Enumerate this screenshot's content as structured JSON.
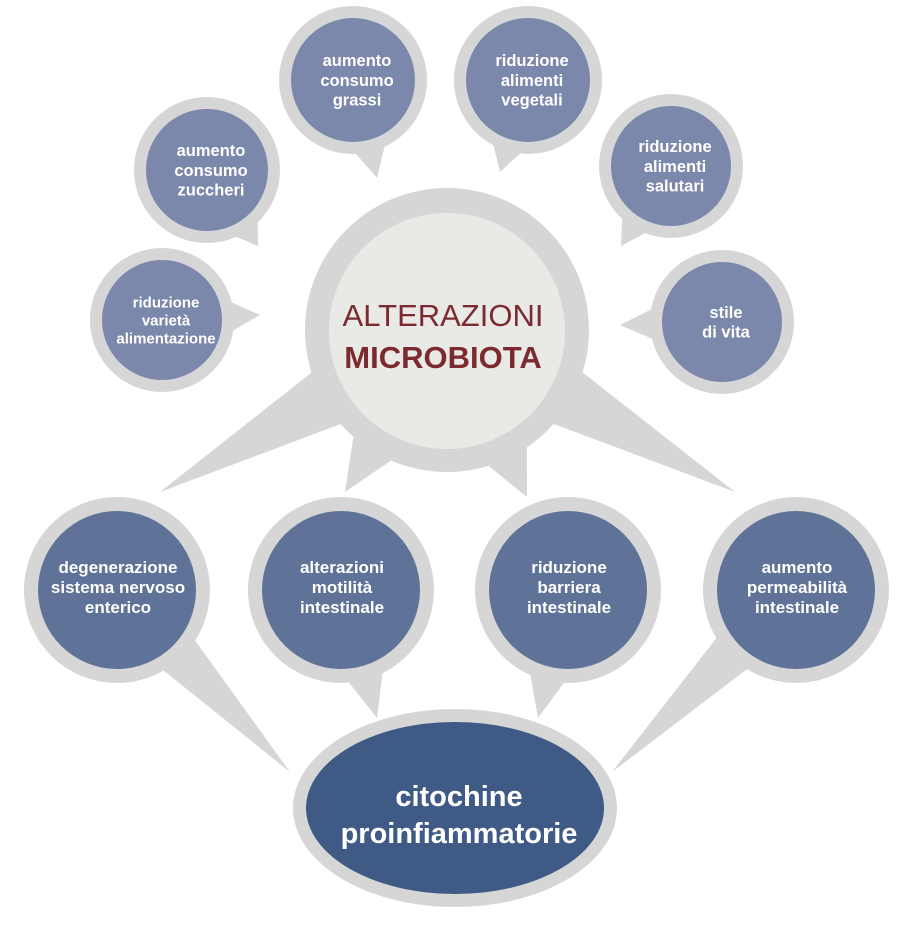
{
  "colors": {
    "ring": "#d6d6d6",
    "top_bubble": "#7b88ab",
    "bottom_bubble": "#5f7298",
    "outcome": "#3f5a84",
    "center_fill": "#e9e9e6",
    "center_text": "#7b2b2f"
  },
  "center": {
    "line1": "ALTERAZIONI",
    "line2": "MICROBIOTA"
  },
  "causes": [
    {
      "lines": [
        "riduzione",
        "varietà",
        "alimentazione"
      ]
    },
    {
      "lines": [
        "aumento",
        "consumo",
        "zuccheri"
      ]
    },
    {
      "lines": [
        "aumento",
        "consumo",
        "grassi"
      ]
    },
    {
      "lines": [
        "riduzione",
        "alimenti",
        "vegetali"
      ]
    },
    {
      "lines": [
        "riduzione",
        "alimenti",
        "salutari"
      ]
    },
    {
      "lines": [
        "stile",
        "di vita"
      ]
    }
  ],
  "effects": [
    {
      "lines": [
        "degenerazione",
        "sistema nervoso",
        "enterico"
      ]
    },
    {
      "lines": [
        "alterazioni",
        "motilità",
        "intestinale"
      ]
    },
    {
      "lines": [
        "riduzione",
        "barriera",
        "intestinale"
      ]
    },
    {
      "lines": [
        "aumento",
        "permeabilità",
        "intestinale"
      ]
    }
  ],
  "outcome": {
    "line1": "citochine",
    "line2": "proinfiammatorie"
  }
}
